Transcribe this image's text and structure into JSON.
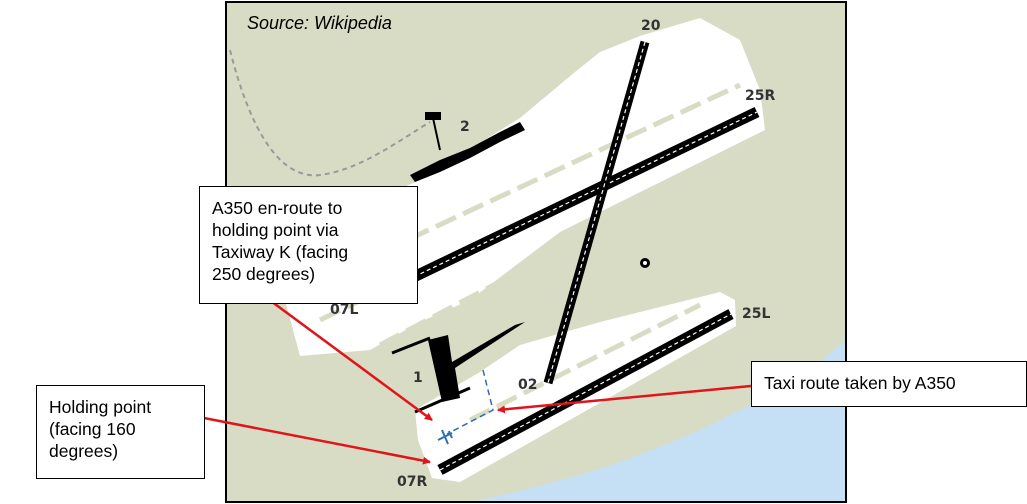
{
  "map": {
    "source_label": "Source: Wikipedia",
    "terminals": [
      "1",
      "2"
    ],
    "runways": {
      "r07L": "07L",
      "r25R": "25R",
      "r20": "20",
      "r02": "02",
      "r07R": "07R",
      "r25L": "25L"
    },
    "colors": {
      "ground": "#d9dcc5",
      "water": "#c5dff5",
      "paved": "#ffffff",
      "arrow": "#e0151b",
      "route": "#2f6fb0"
    }
  },
  "callouts": {
    "enroute": "A350 en-route to\nholding point via\nTaxiway K (facing\n250 degrees)",
    "holding": "Holding point\n(facing 160\ndegrees)",
    "taxi": "Taxi route taken by A350"
  }
}
